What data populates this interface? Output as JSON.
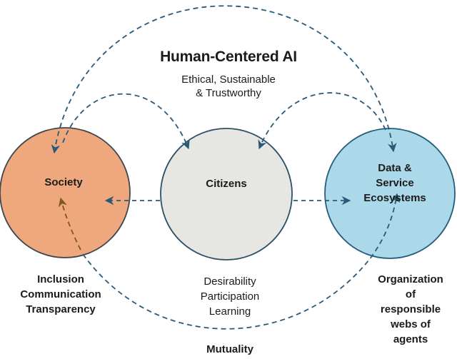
{
  "diagram": {
    "title": "Human-Centered AI",
    "subtitle": "Ethical, Sustainable\n& Trustworthy",
    "circles": [
      {
        "id": "society",
        "label": "Society",
        "fill": "#efa87d",
        "stroke": "#3e464e",
        "caption": "Inclusion\nCommunication\nTransparency"
      },
      {
        "id": "citizens",
        "label": "Citizens",
        "fill": "#e6e6e3",
        "stroke": "#2c5066",
        "caption": "Desirability\nParticipation\nLearning"
      },
      {
        "id": "data-service-ecosystems",
        "label": "Data &\nService\nEcosystems",
        "fill": "#abd9ea",
        "stroke": "#245d7b",
        "caption": "Organization of\nresponsible\nwebs of agents"
      }
    ],
    "bottom_label": "Mutuality",
    "connections": [
      {
        "from": "society",
        "to": "data-service-ecosystems",
        "style": "dashed-arc-over-top",
        "arrows": "both-ends"
      },
      {
        "from": "society",
        "to": "citizens",
        "style": "dashed-arc",
        "arrows": "into-citizens"
      },
      {
        "from": "data-service-ecosystems",
        "to": "citizens",
        "style": "dashed-arc",
        "arrows": "into-citizens"
      },
      {
        "from": "citizens",
        "to": "society",
        "style": "dashed-horizontal",
        "arrows": "into-society"
      },
      {
        "from": "citizens",
        "to": "data-service-ecosystems",
        "style": "dashed-horizontal",
        "arrows": "into-ecosystems"
      },
      {
        "from": "society",
        "to": "data-service-ecosystems",
        "style": "dashed-arc-under-bottom",
        "label": "Mutuality",
        "arrows": "up-into-both-labels"
      }
    ],
    "colors": {
      "connector": "#2a5a78",
      "society_arrow": "#7d5a1c",
      "text": "#1b1b1b",
      "background": "#ffffff"
    }
  }
}
